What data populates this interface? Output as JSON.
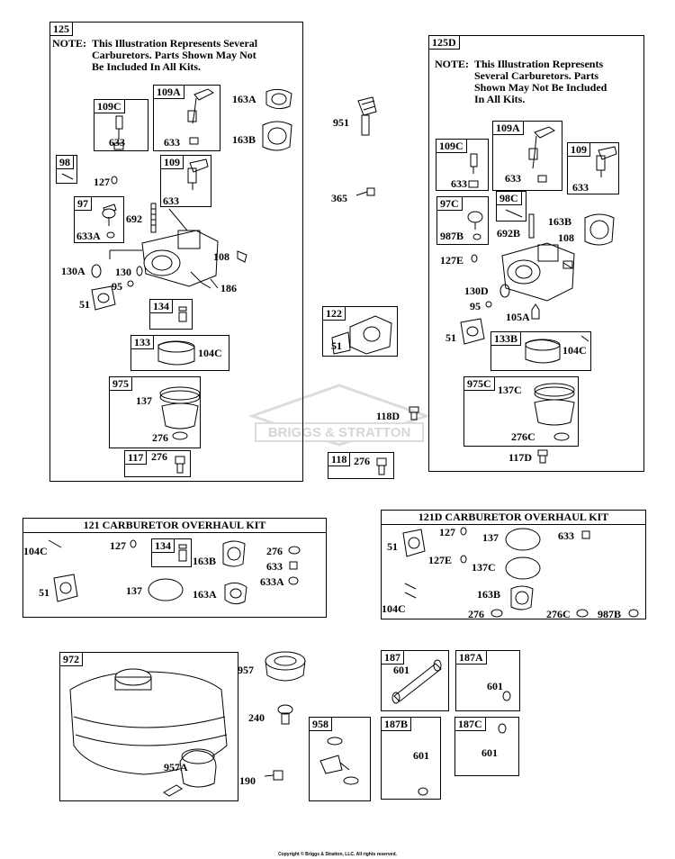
{
  "watermark": "BRIGGS & STRATTON",
  "copyright": "Copyright © Briggs & Stratton, LLC. All rights reserved.",
  "group125": {
    "tag": "125",
    "note_key": "NOTE:",
    "note_text": "This Illustration Represents Several\nCarburetors. Parts Shown May Not\nBe Included In All Kits.",
    "sub": {
      "k109c": "109C",
      "k109a": "109A",
      "k109": "109",
      "k98": "98",
      "k97": "97",
      "k134": "134",
      "k133": "133",
      "k975": "975",
      "k117": "117"
    },
    "labels": {
      "l633a": "633",
      "l633b": "633",
      "l633c": "633",
      "l163a": "163A",
      "l163b": "163B",
      "l127": "127",
      "l692": "692",
      "l633A": "633A",
      "l108": "108",
      "l130a": "130A",
      "l130": "130",
      "l95": "95",
      "l186": "186",
      "l51": "51",
      "l104c": "104C",
      "l137": "137",
      "l276a": "276",
      "l276b": "276"
    }
  },
  "group125d": {
    "tag": "125D",
    "note_key": "NOTE:",
    "note_text": "This Illustration Represents\nSeveral Carburetors. Parts\nShown May Not Be Included\nIn All Kits.",
    "sub": {
      "k109c": "109C",
      "k109a": "109A",
      "k109": "109",
      "k97c": "97C",
      "k98c": "98C",
      "k133b": "133B",
      "k975c": "975C"
    },
    "labels": {
      "l633a": "633",
      "l633b": "633",
      "l633c": "633",
      "l987b": "987B",
      "l692b": "692B",
      "l163b": "163B",
      "l108": "108",
      "l127e": "127E",
      "l130d": "130D",
      "l95": "95",
      "l105a": "105A",
      "l51": "51",
      "l104c": "104C",
      "l137c": "137C",
      "l276c": "276C",
      "l117d": "117D"
    }
  },
  "middle": {
    "l951": "951",
    "l365": "365",
    "k122": "122",
    "l51": "51",
    "l118d": "118D",
    "k118": "118",
    "l276": "276"
  },
  "kit121": {
    "title": "121 CARBURETOR OVERHAUL KIT",
    "k134": "134",
    "labels": {
      "l104c": "104C",
      "l127": "127",
      "l163b": "163B",
      "l276": "276",
      "l633": "633",
      "l633a": "633A",
      "l51": "51",
      "l137": "137",
      "l163a": "163A"
    }
  },
  "kit121d": {
    "title": "121D CARBURETOR OVERHAUL KIT",
    "labels": {
      "l51": "51",
      "l127": "127",
      "l137": "137",
      "l633": "633",
      "l127e": "127E",
      "l137c": "137C",
      "l104c": "104C",
      "l163b": "163B",
      "l276": "276",
      "l276c": "276C",
      "l987b": "987B"
    }
  },
  "bottom": {
    "k972": "972",
    "l957": "957",
    "l240": "240",
    "l957a": "957A",
    "l190": "190",
    "k958": "958",
    "k187": "187",
    "l601a": "601",
    "k187a": "187A",
    "l601b": "601",
    "k187b": "187B",
    "l601c": "601",
    "k187c": "187C",
    "l601d": "601"
  }
}
